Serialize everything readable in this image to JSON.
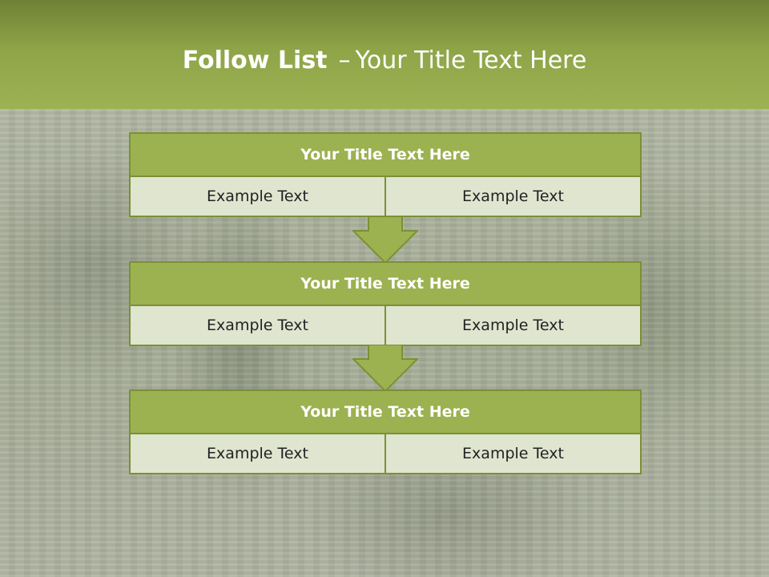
{
  "slide": {
    "title_bold": "Follow List",
    "title_separator": "–",
    "title_rest": "Your Title Text Here"
  },
  "steps": [
    {
      "title": "Your Title Text Here",
      "left": "Example Text",
      "right": "Example Text"
    },
    {
      "title": "Your Title Text Here",
      "left": "Example Text",
      "right": "Example Text"
    },
    {
      "title": "Your Title Text Here",
      "left": "Example Text",
      "right": "Example Text"
    }
  ],
  "colors": {
    "header_green": "#9cb253",
    "box_green": "#9cb150",
    "border_green": "#7b9036",
    "cell_fill": "#dfe5cf"
  },
  "icons": [
    "down-arrow-icon",
    "down-arrow-icon"
  ]
}
